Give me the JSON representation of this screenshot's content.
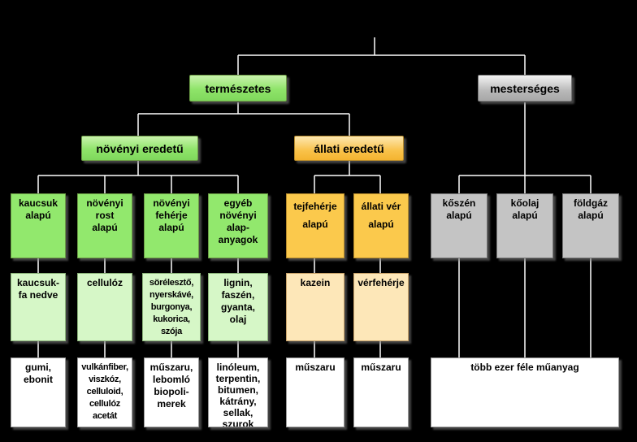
{
  "nodes": {
    "termeszetes": "természetes",
    "mesterseges": "mesterséges",
    "novenyi_eredetu": "növényi eredetű",
    "allati_eredetu": "állati eredetű"
  },
  "columns": [
    {
      "type": "kaucsuk\nalapú",
      "source": "kaucsuk-\nfa nedve",
      "product": "gumi,\nebonit"
    },
    {
      "type": "növényi\nrost\nalapú",
      "source": "cellulóz",
      "product": "vulkánfiber,\nviszkóz,\ncelluloid,\ncellulóz\nacetát"
    },
    {
      "type": "növényi\nfehérje\nalapú",
      "source": "sörélesztő,\nnyerskávé,\nburgonya,\nkukorica,\nszója",
      "product": "műszaru,\nlebomló\nbiopoli-\nmerek"
    },
    {
      "type": "egyéb\nnövényi\nalap-\nanyagok",
      "source": "lignin,\nfaszén,\ngyanta,\nolaj",
      "product": "linóleum,\nterpentin,\nbitumen,\nkátrány,\nsellak,\nszurok"
    },
    {
      "type": "tejfehérje\nalapú",
      "source": "kazein",
      "product": "műszaru"
    },
    {
      "type": "állati vér\nalapú",
      "source": "vérfehérje",
      "product": "műszaru"
    },
    {
      "type": "kőszén\nalapú"
    },
    {
      "type": "kőolaj\nalapú"
    },
    {
      "type": "földgáz\nalapú"
    }
  ],
  "synthetic_product": "több ezer féle műanyag",
  "colors": {
    "natural": "#92e86d",
    "natural_light": "#d6f7c7",
    "animal": "#fbc94c",
    "animal_light": "#fde7b8",
    "synthetic": "#c4c4c4",
    "product": "#ffffff",
    "connector": "#ffffff",
    "background": "#000000"
  }
}
